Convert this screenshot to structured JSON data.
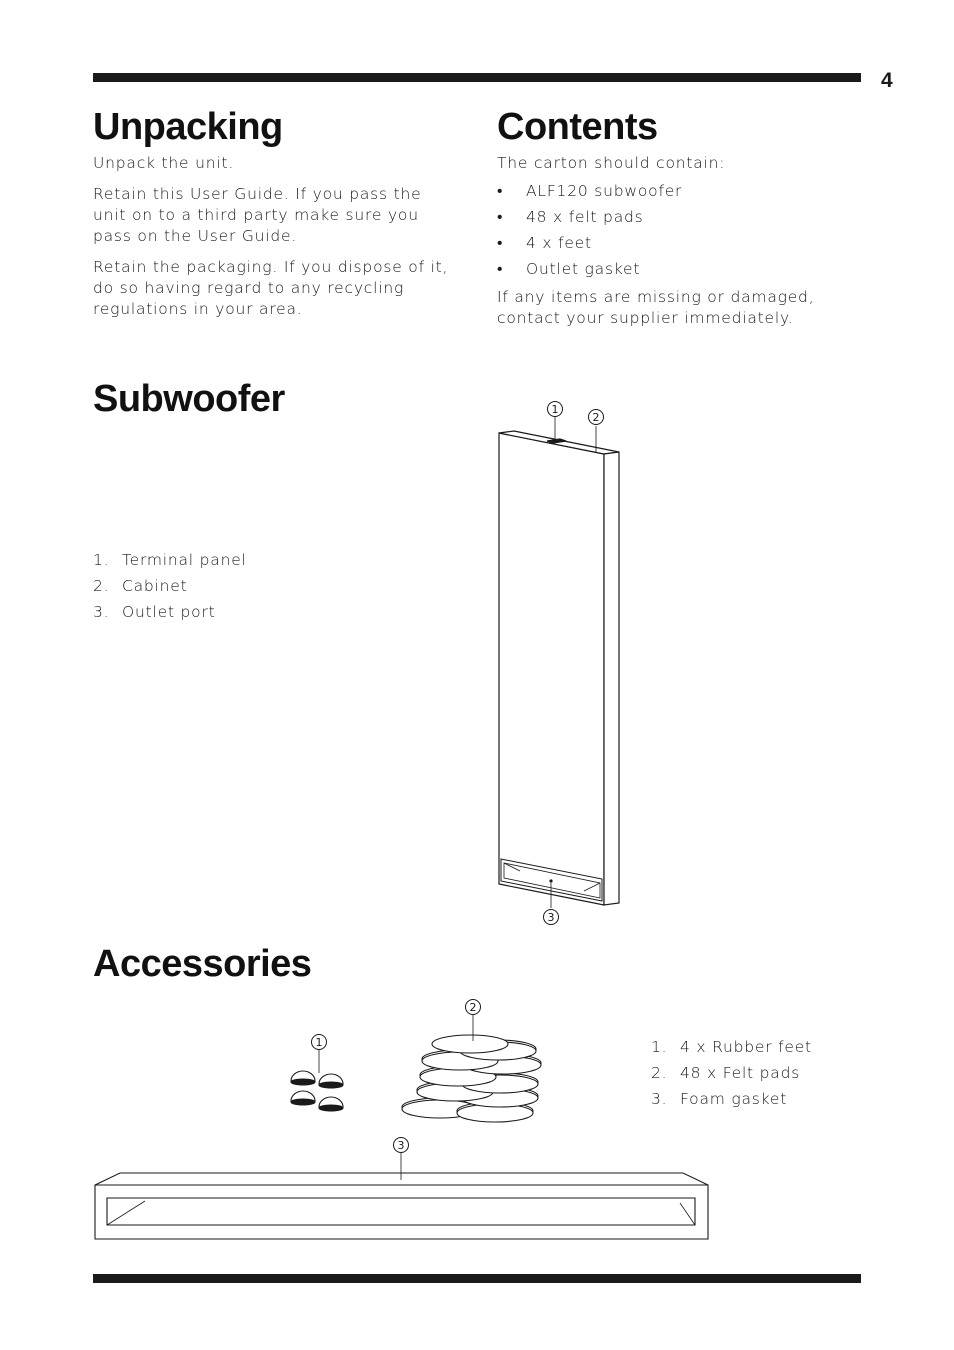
{
  "page_number": "4",
  "unpacking": {
    "title": "Unpacking",
    "paragraphs": [
      "Unpack the unit.",
      "Retain this User Guide. If you pass the unit on to a third party make sure you pass on the User Guide.",
      "Retain the packaging. If you dispose of it, do so having regard to any recycling regulations in your area."
    ]
  },
  "contents": {
    "title": "Contents",
    "intro": "The carton should contain:",
    "items": [
      "ALF120 subwoofer",
      "48 x felt pads",
      "4 x feet",
      "Outlet gasket"
    ],
    "footer": "If any items are missing or damaged, contact your supplier immediately."
  },
  "subwoofer": {
    "title": "Subwoofer",
    "parts": [
      {
        "num": "1.",
        "label": "Terminal panel"
      },
      {
        "num": "2.",
        "label": "Cabinet"
      },
      {
        "num": "3.",
        "label": "Outlet port"
      }
    ],
    "callouts": [
      "1",
      "2",
      "3"
    ]
  },
  "accessories": {
    "title": "Accessories",
    "parts": [
      {
        "num": "1.",
        "label": "4 x Rubber feet"
      },
      {
        "num": "2.",
        "label": "48 x Felt pads"
      },
      {
        "num": "3.",
        "label": "Foam gasket"
      }
    ],
    "callouts": [
      "1",
      "2",
      "3"
    ]
  },
  "colors": {
    "ink": "#1a1a1a",
    "background": "#ffffff"
  }
}
